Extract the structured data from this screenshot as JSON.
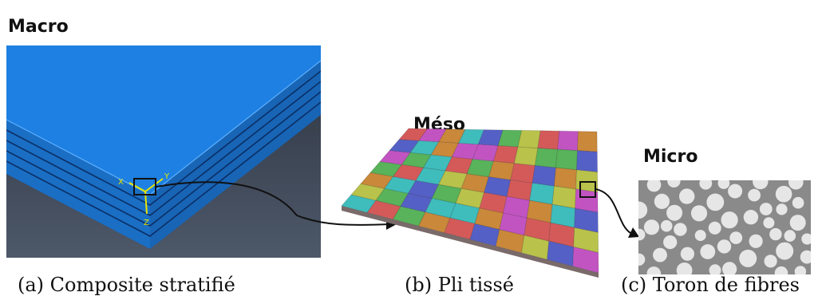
{
  "labels": {
    "macro": "Macro",
    "meso": "Méso",
    "micro": "Micro"
  },
  "captions": {
    "a": "(a)  Composite stratifié",
    "b": "(b) Pli tissé",
    "c": "(c) Toron de fibres"
  },
  "axis_letters": {
    "x": "X",
    "y": "Y",
    "z": "Z"
  },
  "colors": {
    "laminate_top": "#1c7ee0",
    "laminate_side": "#1a6fc6",
    "background_dark": "#3e4756",
    "axis_triad": "#e6e600",
    "fiber_matrix": "#8a8a8a",
    "fiber": "#e6e6e6"
  },
  "weave_colors": [
    "#d45a5a",
    "#58b35a",
    "#3fbcbc",
    "#c254c2",
    "#b9c24a",
    "#5560c6",
    "#c9883a"
  ]
}
